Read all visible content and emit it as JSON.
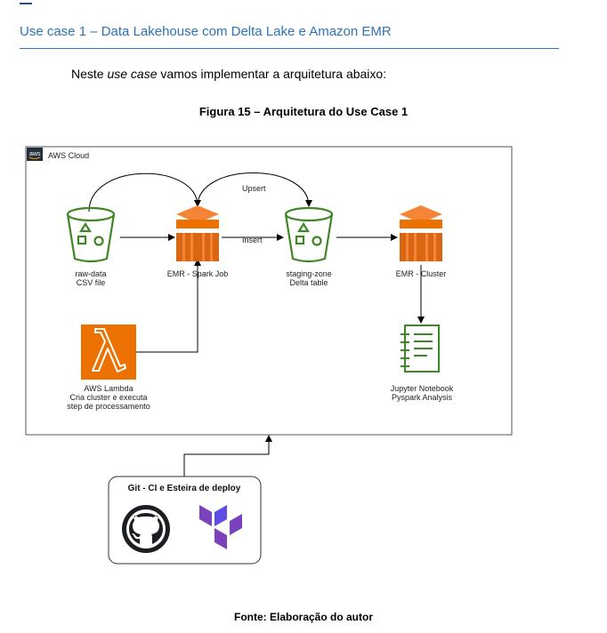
{
  "section": {
    "title": "Use case 1 – Data Lakehouse com Delta Lake e Amazon EMR"
  },
  "intro": {
    "before": "Neste ",
    "emph": "use case",
    "after": " vamos implementar a arquitetura abaixo:"
  },
  "figure": {
    "caption": "Figura 15 – Arquitetura do Use Case 1"
  },
  "diagram": {
    "cloud_label": "AWS Cloud",
    "cloud_logo": "aws",
    "edges": {
      "upsert": "Upsert",
      "insert": "Insert"
    },
    "nodes": {
      "raw": {
        "icon": "s3-bucket-icon",
        "line1": "raw-data",
        "line2": "CSV file"
      },
      "emr_job": {
        "icon": "emr-icon",
        "line1": "EMR - Spark Job"
      },
      "staging": {
        "icon": "s3-bucket-icon",
        "line1": "staging-zone",
        "line2": "Delta table"
      },
      "emr_cluster": {
        "icon": "emr-icon",
        "line1": "EMR - Cluster"
      },
      "lambda": {
        "icon": "lambda-icon",
        "line1": "AWS Lambda",
        "line2": "Cria cluster e executa",
        "line3": "step de processamento"
      },
      "jupyter": {
        "icon": "notebook-icon",
        "line1": "Jupyter Notebook",
        "line2": "Pyspark Analysis"
      }
    },
    "cicd": {
      "title": "Git - CI e Esteira de deploy",
      "icons": [
        "github-icon",
        "terraform-icon"
      ]
    },
    "colors": {
      "s3": "#3f8624",
      "emr": "#ed7100",
      "lambda": "#ed7100",
      "notebook": "#3f8624",
      "terraform": "#7b42bc"
    }
  },
  "source": "Fonte:  Elaboração do autor"
}
